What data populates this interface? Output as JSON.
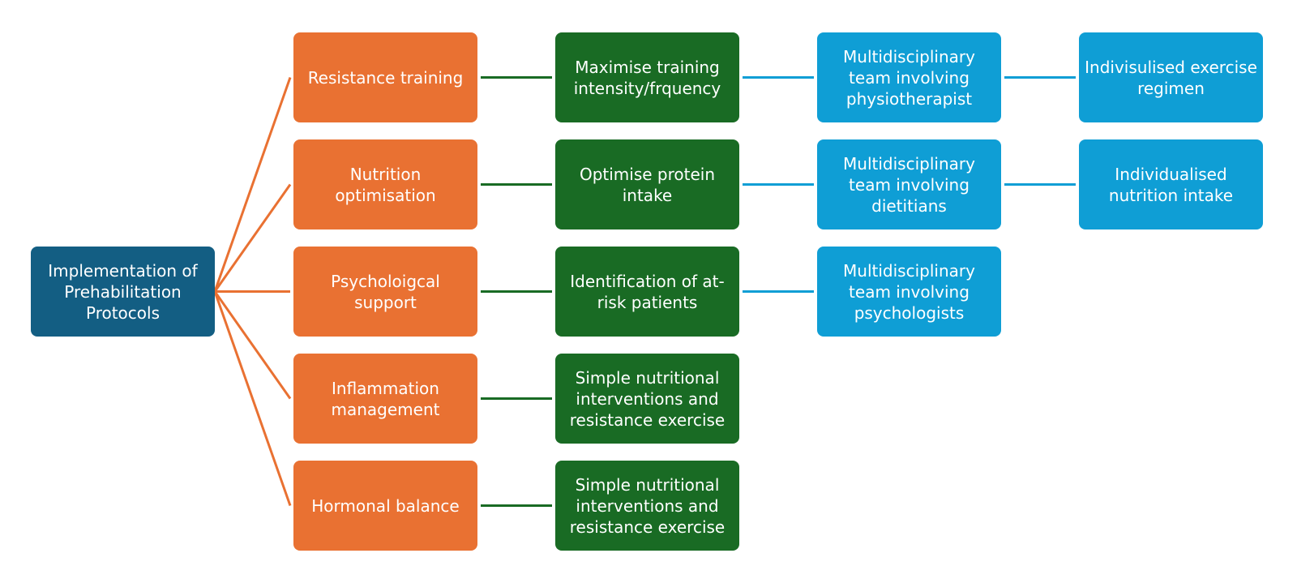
{
  "diagram": {
    "root": "Implementation of\nPrehabilitation\nProtocols",
    "rows": [
      {
        "pillar": "Resistance training",
        "action": "Maximise training\nintensity/frquency",
        "team": "Multidisciplinary\nteam involving\nphysiotherapist",
        "outcome": "Indivisulised exercise\nregimen"
      },
      {
        "pillar": "Nutrition\noptimisation",
        "action": "Optimise protein\nintake",
        "team": "Multidisciplinary\nteam involving\ndietitians",
        "outcome": "Individualised\nnutrition intake"
      },
      {
        "pillar": "Psycholoigcal\nsupport",
        "action": "Identification of at-\nrisk patients",
        "team": "Multidisciplinary\nteam involving\npsychologists"
      },
      {
        "pillar": "Inflammation\nmanagement",
        "action": "Simple nutritional\ninterventions and\nresistance exercise"
      },
      {
        "pillar": "Hormonal balance",
        "action": "Simple nutritional\ninterventions and\nresistance exercise"
      }
    ],
    "colors": {
      "root": "#135e83",
      "pillar": "#e97132",
      "action": "#196b24",
      "team": "#0f9ed5",
      "link_pillar": "#e97132",
      "link_action": "#196b24",
      "link_team": "#0f9ed5"
    }
  }
}
